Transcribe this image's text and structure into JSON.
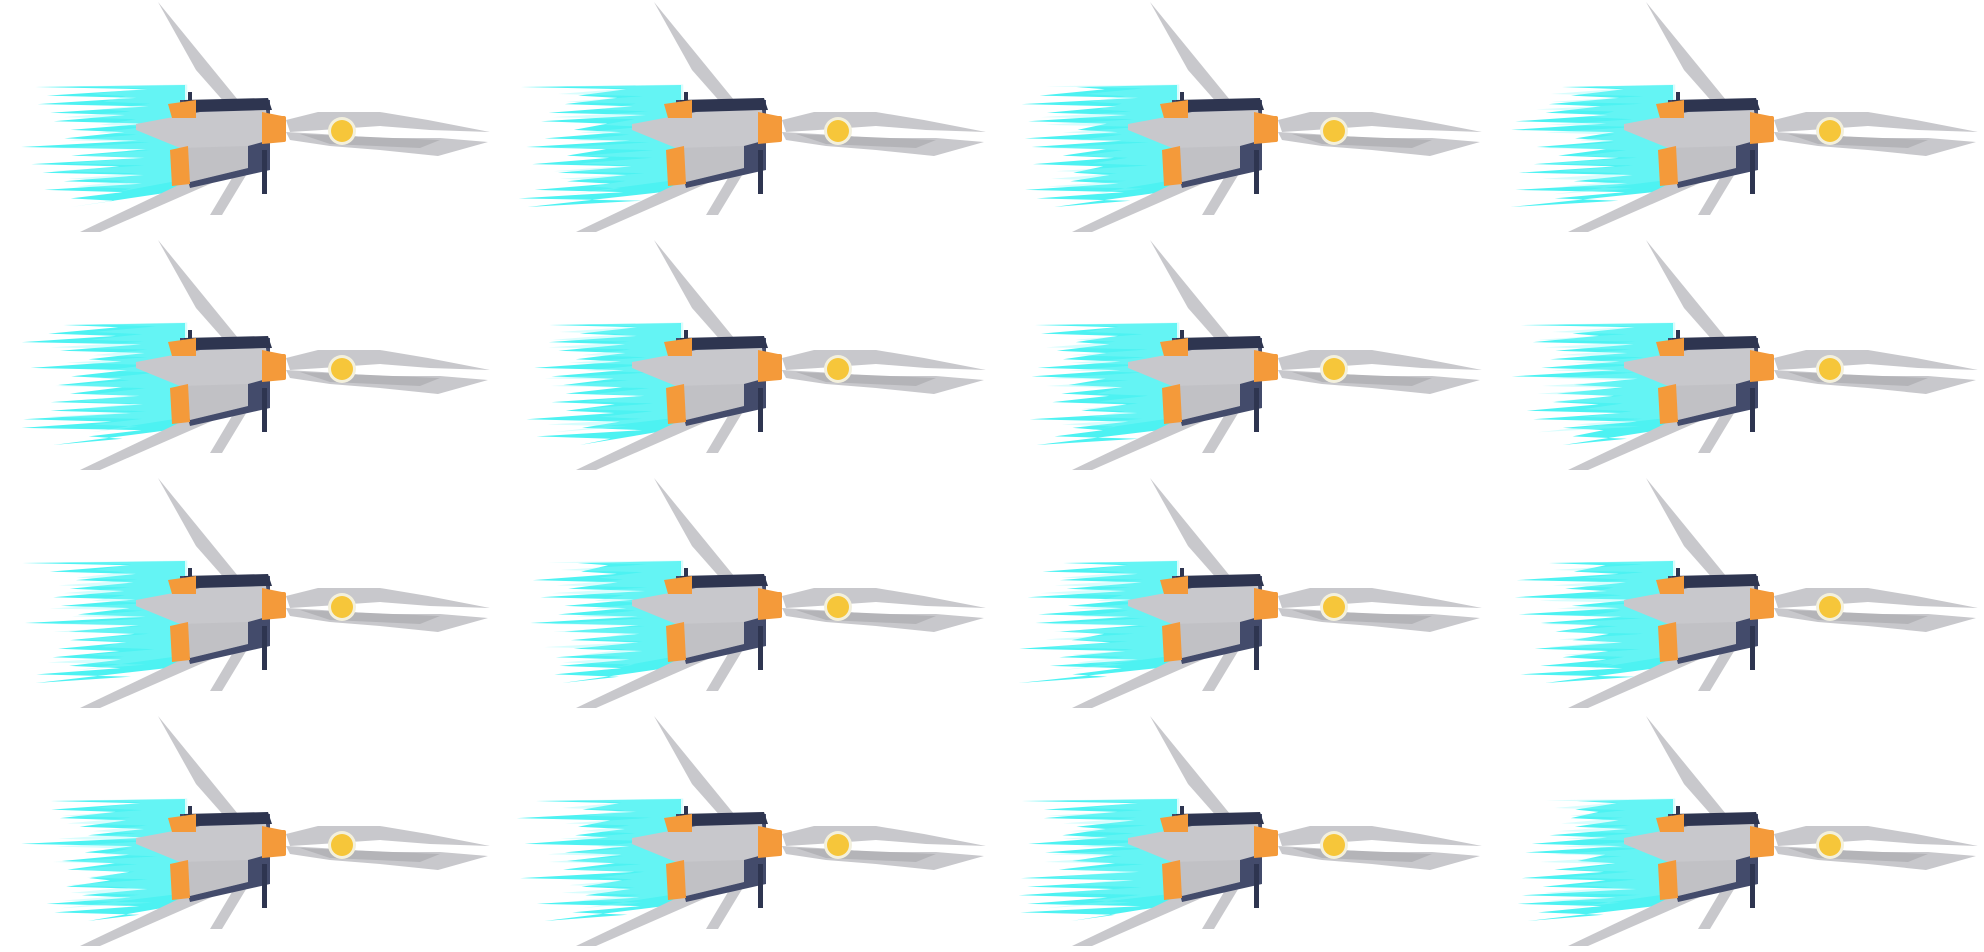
{
  "sheet": {
    "rows": 4,
    "columns": 4,
    "frame_count": 16,
    "background": "#ffffff",
    "sprite": "spaceship-with-thruster-flame",
    "colors": {
      "flame": "#4df2f2",
      "flame_light": "#8ff8f8",
      "hull_light": "#c8c8cc",
      "hull_shadow": "#b4b4b8",
      "hull_dark": "#434b6b",
      "hull_outline": "#2e3550",
      "accent_orange": "#f49a3a",
      "cockpit_yellow": "#f6c63a",
      "cockpit_ring": "#f3f0dc"
    }
  }
}
